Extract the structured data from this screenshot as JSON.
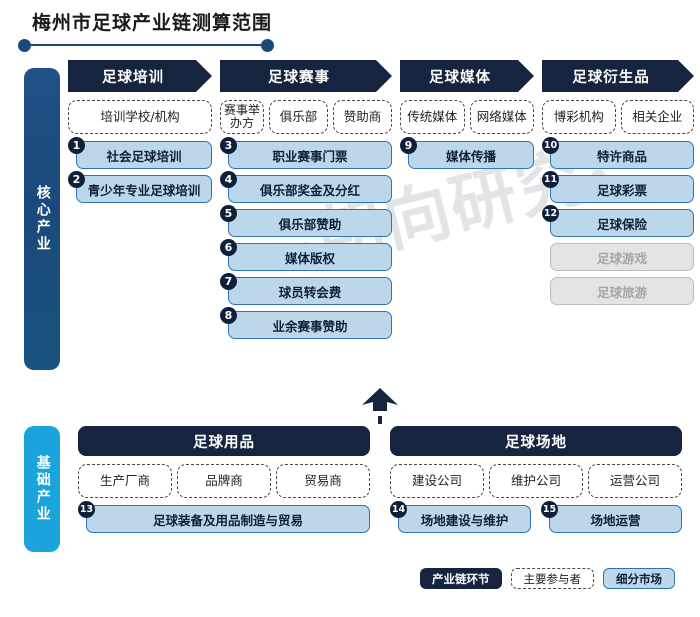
{
  "title": "梅州市足球产业链测算范围",
  "watermark": "朝向研究",
  "layers": {
    "core": "核心产业",
    "base": "基础产业"
  },
  "core_columns": [
    {
      "header": "足球培训",
      "participants": [
        "培训学校/机构"
      ],
      "items": [
        {
          "no": "1",
          "label": "社会足球培训",
          "state": "active"
        },
        {
          "no": "2",
          "label": "青少年专业足球培训",
          "state": "active"
        }
      ]
    },
    {
      "header": "足球赛事",
      "participants": [
        "赛事举办方",
        "俱乐部",
        "赞助商"
      ],
      "items": [
        {
          "no": "3",
          "label": "职业赛事门票",
          "state": "active"
        },
        {
          "no": "4",
          "label": "俱乐部奖金及分红",
          "state": "active"
        },
        {
          "no": "5",
          "label": "俱乐部赞助",
          "state": "active"
        },
        {
          "no": "6",
          "label": "媒体版权",
          "state": "active"
        },
        {
          "no": "7",
          "label": "球员转会费",
          "state": "active"
        },
        {
          "no": "8",
          "label": "业余赛事赞助",
          "state": "active"
        }
      ]
    },
    {
      "header": "足球媒体",
      "participants": [
        "传统媒体",
        "网络媒体"
      ],
      "items": [
        {
          "no": "9",
          "label": "媒体传播",
          "state": "active"
        }
      ]
    },
    {
      "header": "足球衍生品",
      "participants": [
        "博彩机构",
        "相关企业"
      ],
      "items": [
        {
          "no": "10",
          "label": "特许商品",
          "state": "active"
        },
        {
          "no": "11",
          "label": "足球彩票",
          "state": "active"
        },
        {
          "no": "12",
          "label": "足球保险",
          "state": "active"
        },
        {
          "no": "",
          "label": "足球游戏",
          "state": "muted"
        },
        {
          "no": "",
          "label": "足球旅游",
          "state": "muted"
        }
      ]
    }
  ],
  "base_columns": [
    {
      "header": "足球用品",
      "participants": [
        "生产厂商",
        "品牌商",
        "贸易商"
      ],
      "items": [
        {
          "no": "13",
          "label": "足球装备及用品制造与贸易",
          "state": "active"
        }
      ]
    },
    {
      "header": "足球场地",
      "participants": [
        "建设公司",
        "维护公司",
        "运营公司"
      ],
      "items": [
        {
          "no": "14",
          "label": "场地建设与维护",
          "state": "active"
        },
        {
          "no": "15",
          "label": "场地运营",
          "state": "active"
        }
      ]
    }
  ],
  "legend": [
    {
      "label": "产业链环节",
      "style": "dark"
    },
    {
      "label": "主要参与者",
      "style": "dash"
    },
    {
      "label": "细分市场",
      "style": "fill"
    }
  ],
  "colors": {
    "navy": "#16243f",
    "core_blue": "#1b4a7a",
    "base_cyan": "#1ba3dc",
    "chip_fill": "#bdd7ea",
    "chip_border": "#2e74b5",
    "muted_fill": "#e4e4e4"
  }
}
